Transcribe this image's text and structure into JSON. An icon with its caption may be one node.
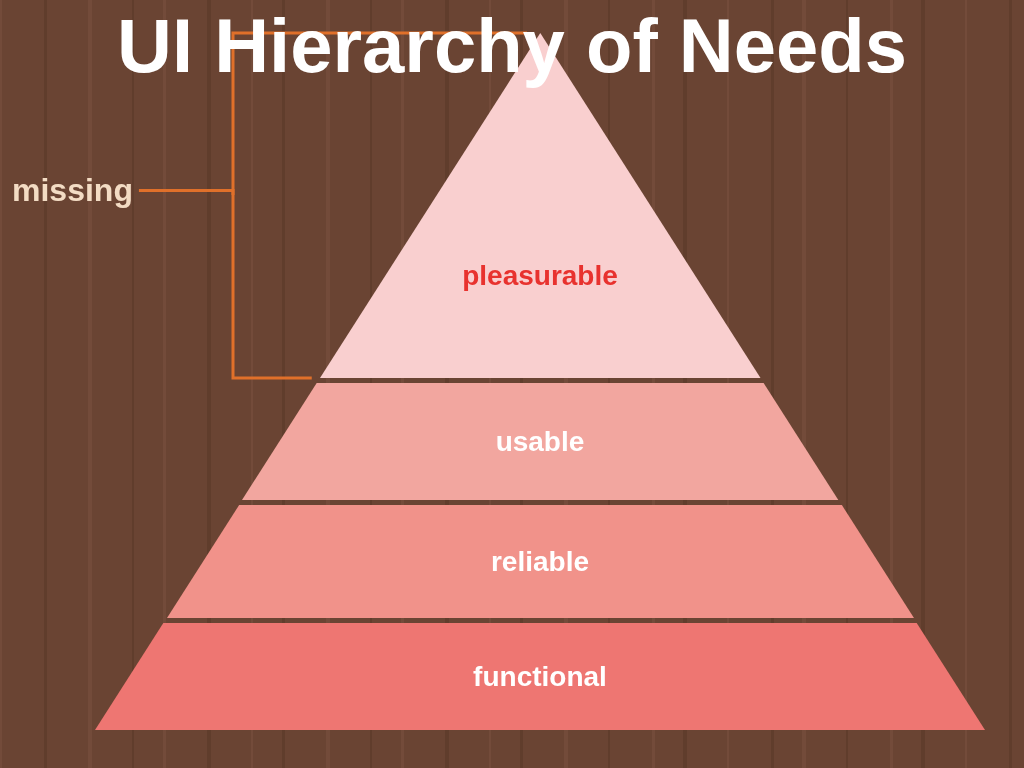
{
  "diagram": {
    "title": "UI Hierarchy of Needs",
    "nodes": [
      {
        "text": [
          "missing"
        ]
      },
      {
        "text": [
          "pleasurable"
        ]
      },
      {
        "text": [
          "usable"
        ]
      },
      {
        "text": [
          "reliable"
        ]
      },
      {
        "text": [
          "functional"
        ]
      }
    ],
    "edges": [
      {
        "from": 0,
        "to": 1,
        "arrow": "none"
      }
    ]
  }
}
